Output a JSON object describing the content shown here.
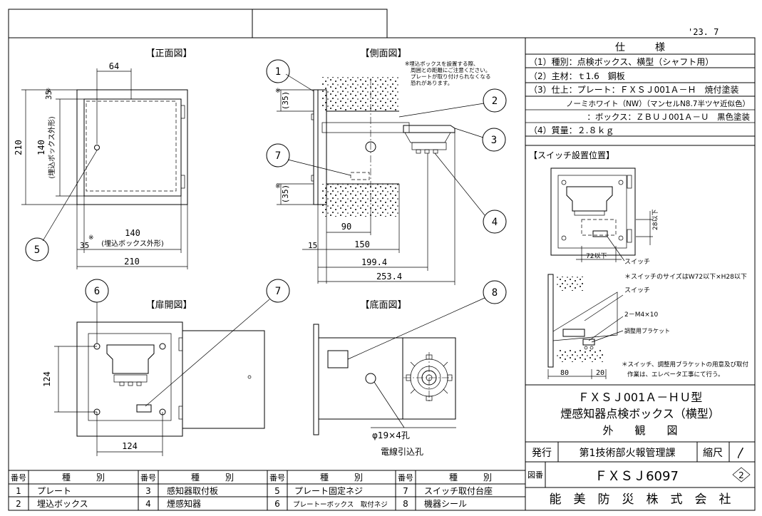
{
  "date": "'23. 7",
  "spec": {
    "title": "仕　　　様",
    "lines": [
      "（1）種別：点検ボックス、横型（シャフト用）",
      "（2）主材：ｔ1.6　鋼板",
      "（3）仕上：プレート：ＦＸＳＪ001Ａ－Ｈ　焼付塗装",
      "ノーミホワイト（NW）（マンセルN8.7半ツヤ近似色）",
      "：ボックス：ＺＢＵＪ001Ａ－Ｕ　黒色塗装",
      "（4）質量：２.８ｋｇ"
    ]
  },
  "switch_section": {
    "title": "【スイッチ設置位置】",
    "dim_28": "28以下",
    "dim_72": "72以下",
    "label_switch": "スイッチ",
    "note_size": "＊スイッチのサイズはW72以下×H28以下",
    "label_switch2": "スイッチ",
    "label_screw": "2－M4×10",
    "label_bracket": "調整用ブラケット",
    "note_bracket": "＊スイッチ、調整用ブラケットの用意及び取付",
    "note_bracket2": "作業は、エレベータ工事にて行う。",
    "dim_80": "80",
    "dim_20": "20"
  },
  "views": {
    "front": "【正面図】",
    "side": "【側面図】",
    "door_open": "【扉開図】",
    "bottom": "【底面図】"
  },
  "side_note": [
    "※埋込ボックスを設置する際、",
    "周囲との距離にご注意ください。",
    "プレートが取り付けられなくなる",
    "恐れがあります。"
  ],
  "dims": {
    "front_64": "64",
    "front_35": "35",
    "front_140v": "140",
    "front_140v_note": "(埋込ボックス外形)",
    "front_210v": "210",
    "front_140h": "140",
    "front_140h_note": "(埋込ボックス外形)",
    "front_35b": "35",
    "front_210h": "210",
    "asterisk": "※",
    "side_35a": "(35)",
    "side_35b": "(35)",
    "side_90": "90",
    "side_15": "15",
    "side_150": "150",
    "side_199": "199.4",
    "side_253": "253.4",
    "door_124v": "124",
    "door_124h": "124",
    "bottom_hole": "φ19×4孔",
    "bottom_hole_label": "電線引込孔"
  },
  "callouts": [
    "1",
    "2",
    "3",
    "4",
    "5",
    "6",
    "7",
    "8"
  ],
  "title_block": {
    "model": "ＦＸＳＪ001Ａ－ＨＵ型",
    "name": "煙感知器点検ボックス（横型）",
    "kind": "外　　観　　図",
    "issue_label": "発行",
    "dept": "第1技術部火報管理課",
    "scale_label": "縮尺",
    "scale_value": "〳",
    "drawing_no_label": "図番",
    "drawing_no": "ＦＸＳＪ6097",
    "revision": "2",
    "company": "能　美　防　災　株　式　会　社"
  },
  "parts_table": {
    "headers": [
      "番号",
      "種　　　別"
    ],
    "rows": [
      [
        "1",
        "プレート",
        "3",
        "感知器取付板",
        "5",
        "プレート固定ネジ",
        "7",
        "スイッチ取付台座"
      ],
      [
        "2",
        "埋込ボックス",
        "4",
        "煙感知器",
        "6",
        "プレートーボックス　取付ネジ",
        "8",
        "機器シール"
      ]
    ]
  }
}
